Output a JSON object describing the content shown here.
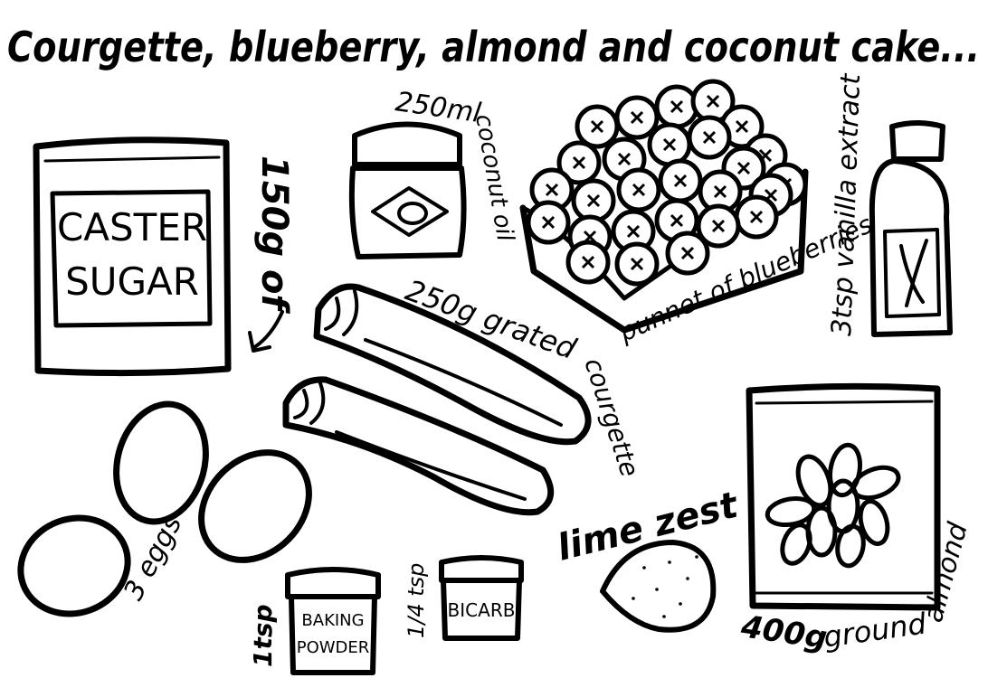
{
  "title": "Courgette, blueberry, almond and coconut cake...",
  "ingredients": {
    "sugar": {
      "label_line1": "CASTER",
      "label_line2": "SUGAR",
      "quantity": "150g of"
    },
    "coconut_oil": {
      "quantity": "250ml",
      "name": "coconut oil"
    },
    "blueberries": {
      "name": "punnet of blueberries"
    },
    "vanilla": {
      "name": "3tsp vanilla extract"
    },
    "courgette": {
      "line1": "250g grated",
      "line2": "courgette"
    },
    "eggs": {
      "name": "3 eggs"
    },
    "baking_powder": {
      "quantity": "1tsp",
      "label_line1": "BAKING",
      "label_line2": "POWDER"
    },
    "bicarb": {
      "quantity": "1/4 tsp",
      "label": "BICARB"
    },
    "lime": {
      "name": "lime zest"
    },
    "almond": {
      "quantity": "400g",
      "line1": "ground",
      "line2": "almond"
    }
  }
}
